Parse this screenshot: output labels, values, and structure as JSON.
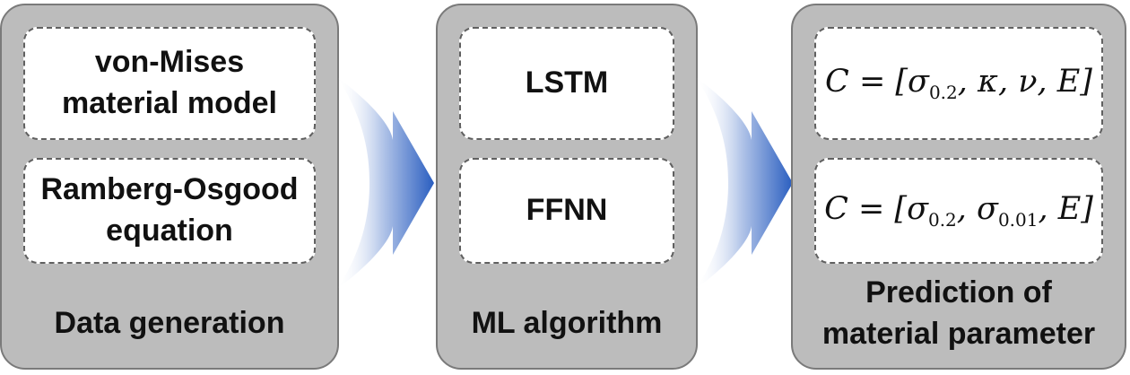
{
  "panels": {
    "data_generation": {
      "box1": "von-Mises material model",
      "box1_line1": "von-Mises",
      "box1_line2": "material model",
      "box2": "Ramberg-Osgood equation",
      "box2_line1": "Ramberg-Osgood",
      "box2_line2": "equation",
      "caption": "Data generation"
    },
    "ml_algorithm": {
      "box1": "LSTM",
      "box2": "FFNN",
      "caption": "ML algorithm"
    },
    "prediction": {
      "box1": "C = [σ0.2, κ, ν, E]",
      "box2": "C = [σ0.2, σ0.01, E]",
      "caption": "Prediction of material parameter",
      "caption_line1": "Prediction of",
      "caption_line2": "material parameter"
    }
  },
  "colors": {
    "panel_fill": "#bcbcbc",
    "panel_border": "#7a7a7a",
    "arrow_blue": "#2a5ec0"
  },
  "icons": [
    "right-arrow-icon",
    "right-arrow-icon"
  ]
}
